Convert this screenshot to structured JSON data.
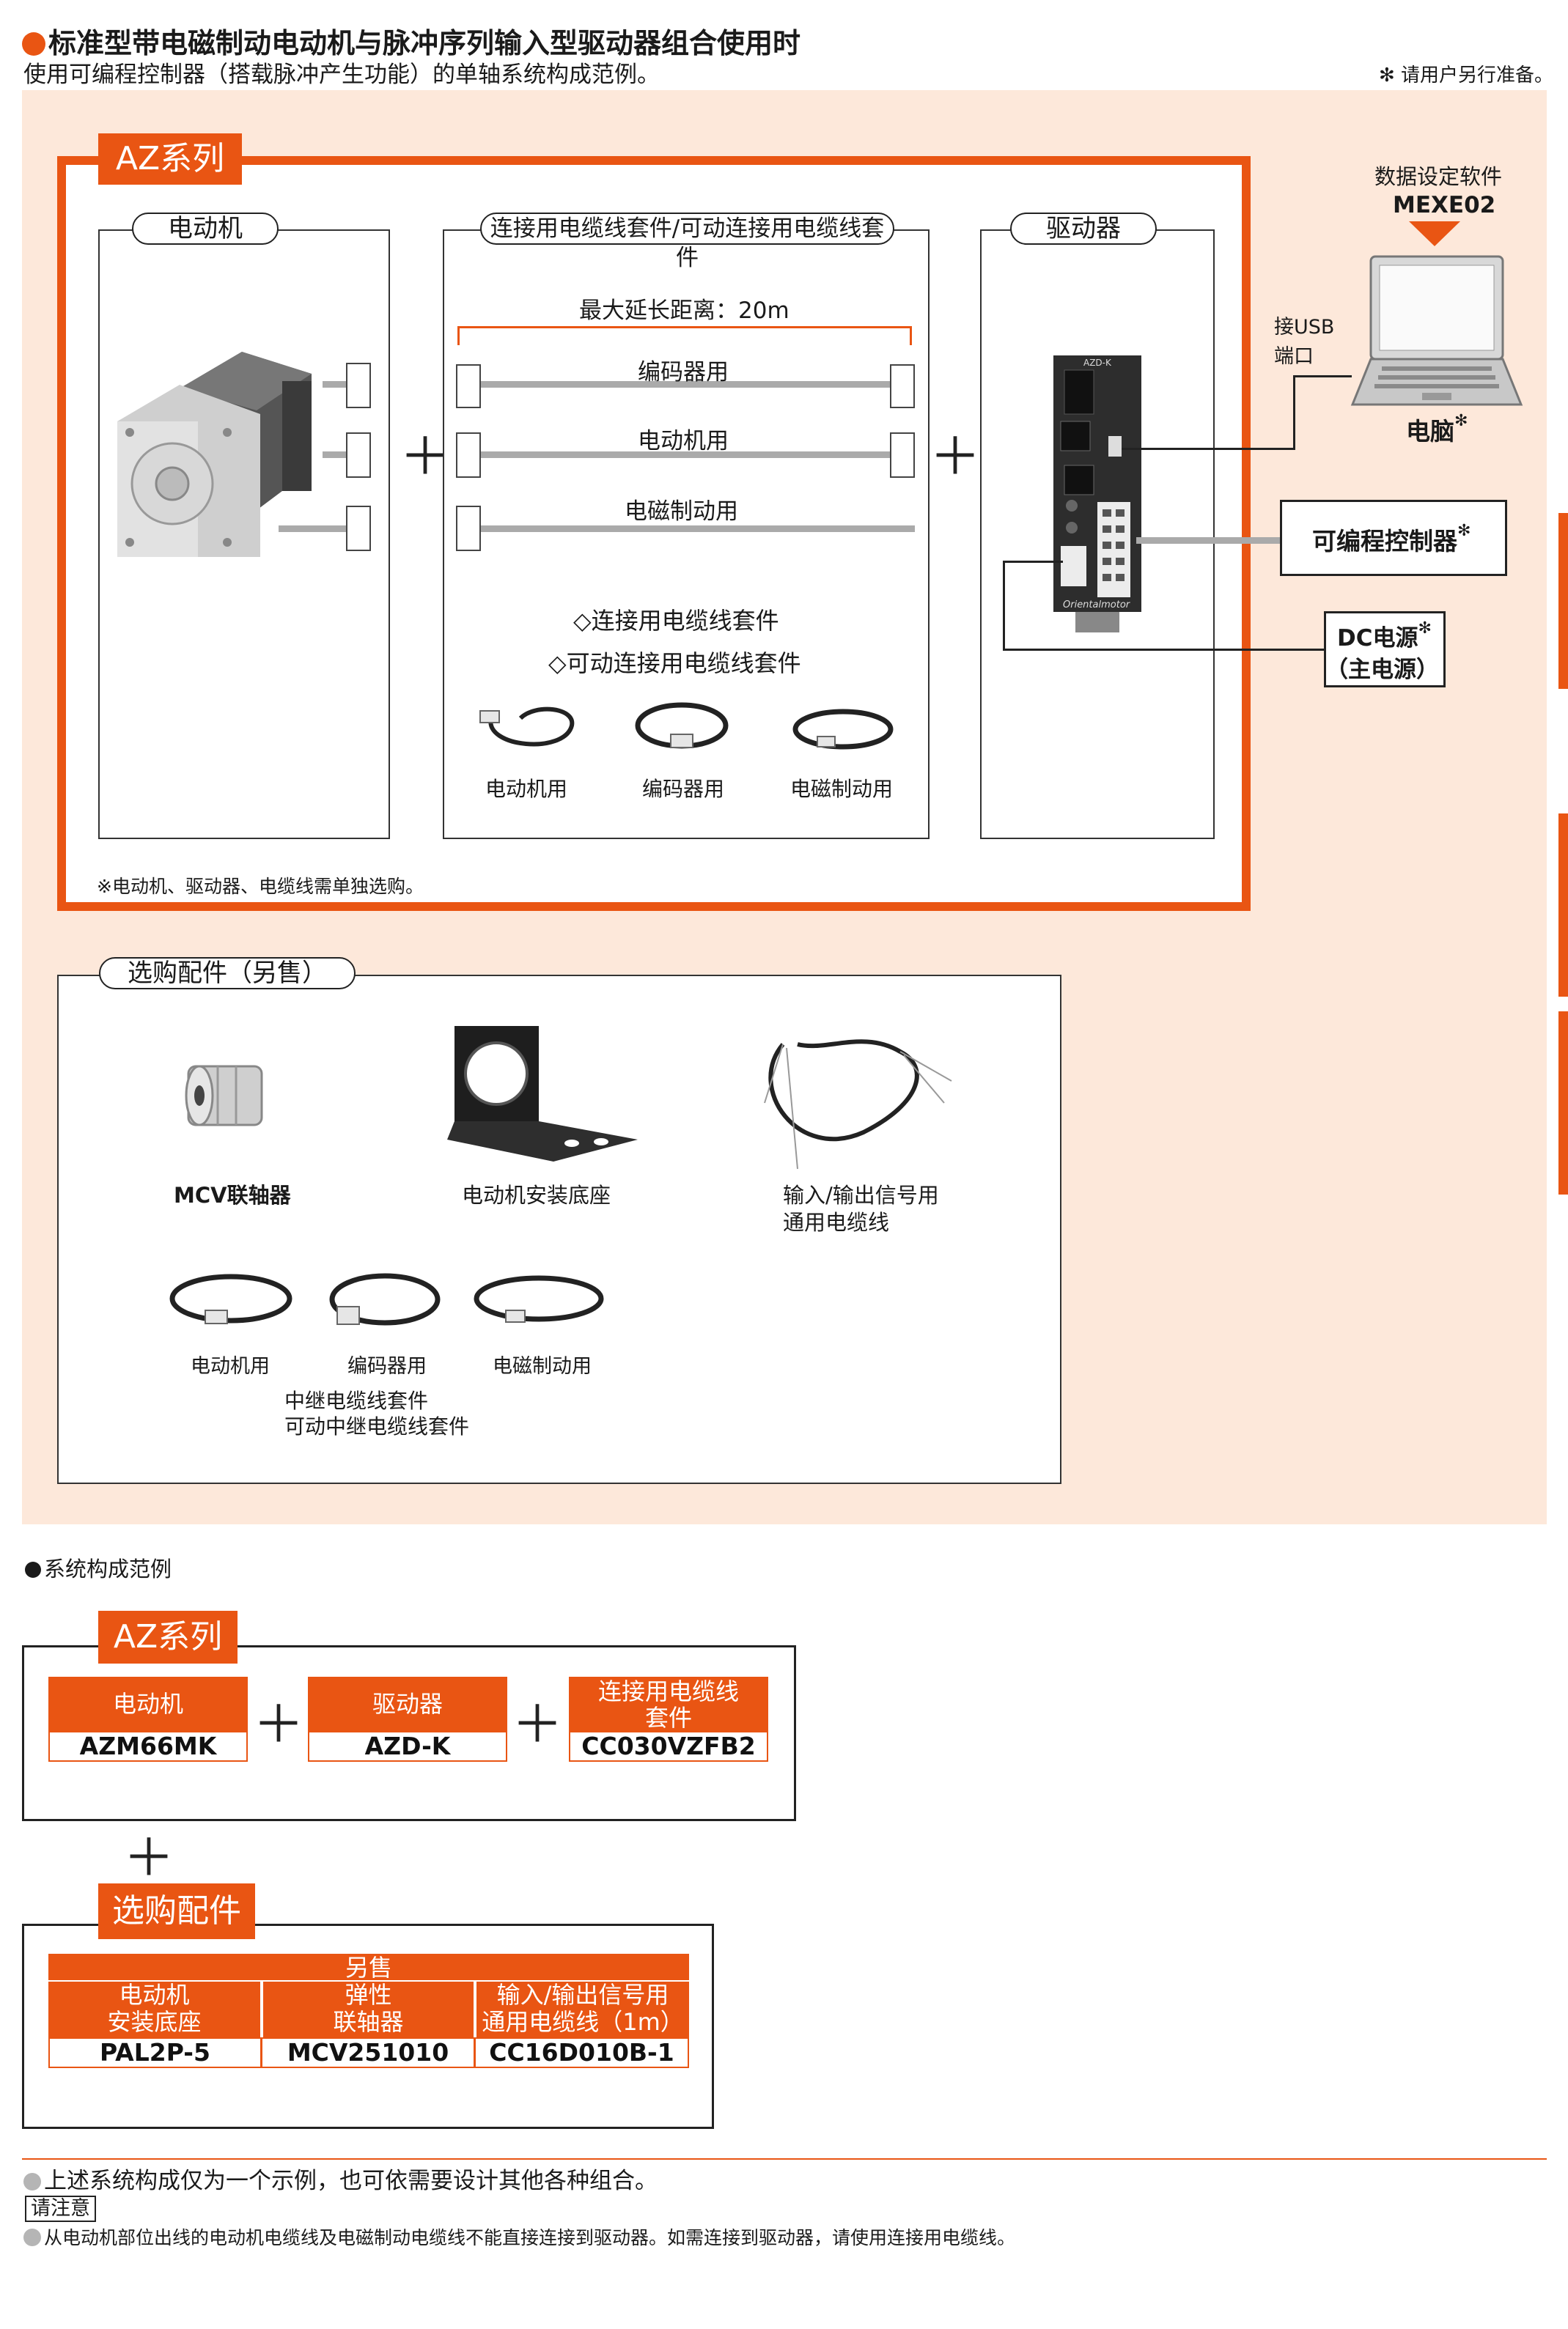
{
  "header": {
    "title": "标准型带电磁制动电动机与脉冲序列输入型驱动器组合使用时",
    "subtitle": "使用可编程控制器（搭载脉冲产生功能）的单轴系统构成范例。",
    "user_note": "✻ 请用户另行准备。"
  },
  "diagram": {
    "series_label": "AZ系列",
    "motor_title": "电动机",
    "cable_title": "连接用电缆线套件/可动连接用电缆线套件",
    "driver_title": "驱动器",
    "max_distance": "最大延长距离：20m",
    "cable_encoder": "编码器用",
    "cable_motor": "电动机用",
    "cable_brake": "电磁制动用",
    "kit_line1": "◇连接用电缆线套件",
    "kit_line2": "◇可动连接用电缆线套件",
    "thumb_motor": "电动机用",
    "thumb_encoder": "编码器用",
    "thumb_brake": "电磁制动用",
    "driver_model_print": "AZD-K",
    "driver_brand_print": "Orientalmotor",
    "note": "※电动机、驱动器、电缆线需单独选购。",
    "software_label": "数据设定软件",
    "software_name": "MEXE02",
    "usb_label_1": "接USB",
    "usb_label_2": "端口",
    "pc_label": "电脑",
    "asterisk": "✻",
    "plc_label": "可编程控制器",
    "dc_label_1": "DC电源",
    "dc_label_2": "（主电源）"
  },
  "accessories": {
    "title": "选购配件（另售）",
    "coupling": "MCV联轴器",
    "bracket": "电动机安装底座",
    "io_cable_1": "输入/输出信号用",
    "io_cable_2": "通用电缆线",
    "ext_motor": "电动机用",
    "ext_encoder": "编码器用",
    "ext_brake": "电磁制动用",
    "ext_kit_1": "中继电缆线套件",
    "ext_kit_2": "可动中继电缆线套件"
  },
  "example": {
    "heading": "系统构成范例",
    "series_label": "AZ系列",
    "items": [
      {
        "label": "电动机",
        "model": "AZM66MK"
      },
      {
        "label": "驱动器",
        "model": "AZD-K"
      },
      {
        "label": "连接用电缆线\n套件",
        "model": "CC030VZFB2"
      }
    ],
    "options_label": "选购配件",
    "sold_separately": "另售",
    "options": [
      {
        "label": "电动机\n安装底座",
        "model": "PAL2P-5"
      },
      {
        "label": "弹性\n联轴器",
        "model": "MCV251010"
      },
      {
        "label": "输入/输出信号用\n通用电缆线（1m）",
        "model": "CC16D010B-1"
      }
    ]
  },
  "footer": {
    "note1": "上述系统构成仅为一个示例，也可依需要设计其他各种组合。",
    "caution_label": "请注意",
    "note2": "从电动机部位出线的电动机电缆线及电磁制动电缆线不能直接连接到驱动器。如需连接到驱动器，请使用连接用电缆线。"
  },
  "colors": {
    "accent": "#e95513",
    "panel_bg": "#fde8da",
    "cable_gray": "#aaaaaa"
  }
}
